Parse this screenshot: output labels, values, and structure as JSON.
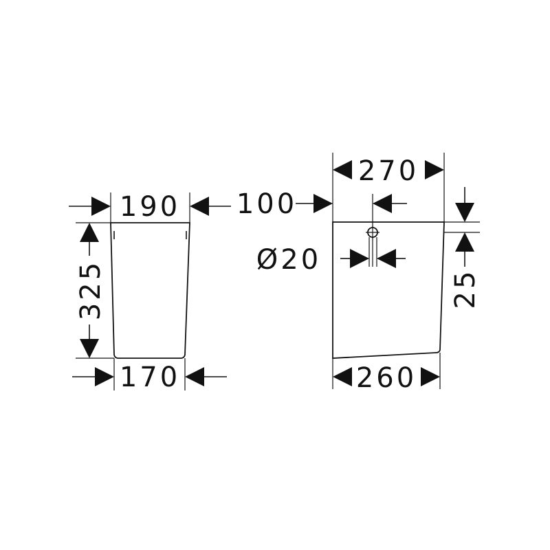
{
  "side_view": {
    "top_width": "190",
    "height": "325",
    "bottom_width": "170"
  },
  "front_view": {
    "top_width": "270",
    "offset": "100",
    "hole_diameter": "Ø20",
    "bottom_width": "260",
    "top_gap": "25"
  },
  "colors": {
    "ink": "#111111",
    "background": "#ffffff"
  }
}
